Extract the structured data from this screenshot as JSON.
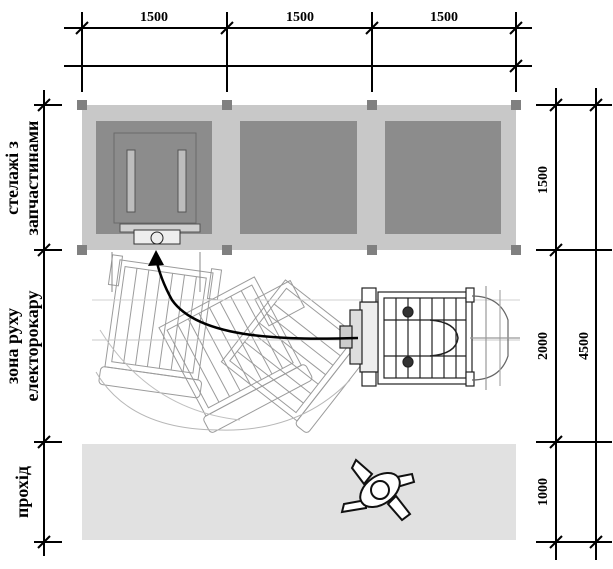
{
  "top_dimensions": [
    "1500",
    "1500",
    "1500"
  ],
  "right_dimensions": {
    "segments": [
      "1500",
      "2000",
      "1000"
    ],
    "total": "4500"
  },
  "zones": {
    "shelves": {
      "line1": "стелажі з",
      "line2": "запчастинами"
    },
    "travel": {
      "line1": "зона руху",
      "line2": "електорокару"
    },
    "passage": {
      "line1": "прохід"
    }
  },
  "colors": {
    "shelf_frame": "#c8c8c8",
    "shelf_block": "#8c8c8c",
    "post": "#808080",
    "passage": "#e1e1e1",
    "line": "#000000"
  },
  "icons": [
    "forklift-icon",
    "forklift-ghost-icon",
    "arrow-icon",
    "person-icon"
  ]
}
